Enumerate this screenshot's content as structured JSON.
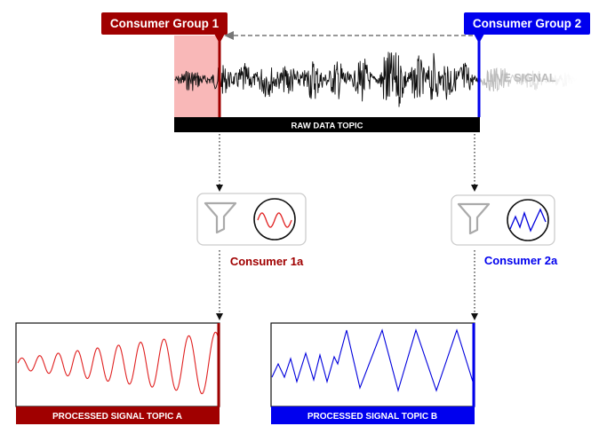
{
  "consumer_groups": [
    {
      "label": "Consumer Group 1",
      "color": "#a00000"
    },
    {
      "label": "Consumer Group 2",
      "color": "#0000ee"
    }
  ],
  "live_signal_label": "LIVE SIGNAL",
  "raw_topic_label": "RAW DATA TOPIC",
  "consumers": [
    {
      "label": "Consumer 1a",
      "color": "#a00000"
    },
    {
      "label": "Consumer 2a",
      "color": "#0000ee"
    }
  ],
  "processed_topics": [
    {
      "label": "PROCESSED SIGNAL TOPIC A",
      "color": "#a00000",
      "wave_color": "#e02020"
    },
    {
      "label": "PROCESSED SIGNAL TOPIC B",
      "color": "#0000ee",
      "wave_color": "#0000dd"
    }
  ],
  "colors": {
    "consumed_region": "#f9b8b8",
    "raw_signal": "#111111",
    "live_signal_text": "#bbbbbb",
    "box_border": "#cccccc",
    "filter_icon": "#aaaaaa",
    "arrow": "#777777"
  }
}
